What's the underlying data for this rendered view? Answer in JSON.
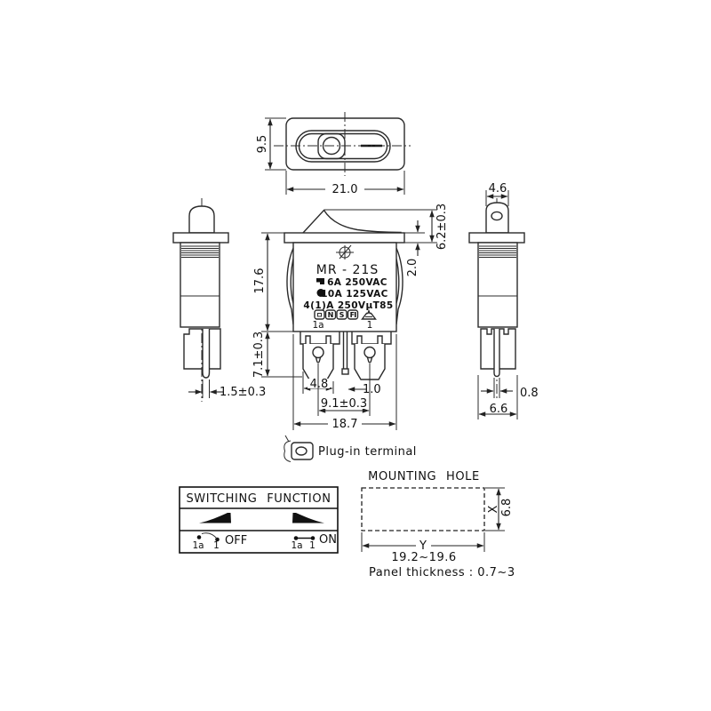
{
  "top_view": {
    "dim_width": "21.0",
    "dim_height": "9.5"
  },
  "front_view": {
    "model": "MR - 21S",
    "ratings": [
      "6A 250VAC",
      "10A 125VAC",
      "4(1)A 250VµT85"
    ],
    "approvals": {
      "mark2": "N",
      "mark3": "S",
      "mark4": "FI"
    },
    "terminal_left": "1a",
    "terminal_right": "1",
    "dim_actuator_height": "6.2±0.3",
    "dim_flange_thickness": "2.0",
    "dim_body_height": "17.6",
    "dim_terminal_length": "7.1±0.3",
    "dim_terminal_width": "4.8",
    "dim_center_rib": "1.0",
    "dim_terminal_pitch": "9.1±0.3",
    "dim_body_width": "18.7"
  },
  "left_view": {
    "dim_pin_width": "1.5±0.3"
  },
  "right_view": {
    "dim_tab_width": "4.6",
    "dim_pin_thickness": "0.8",
    "dim_body_depth": "6.6"
  },
  "plug_in_terminal_label": "Plug-in terminal",
  "switching_function": {
    "title": "SWITCHING FUNCTION",
    "off": {
      "terminal_a": "1a",
      "terminal_b": "1",
      "label": "OFF"
    },
    "on": {
      "terminal_a": "1a",
      "terminal_b": "1",
      "label": "ON"
    }
  },
  "mounting_hole": {
    "title": "MOUNTING HOLE",
    "dim_x_label": "X",
    "dim_height": "6.8",
    "dim_y_label": "Y",
    "dim_width_range": "19.2~19.6",
    "panel_note": "Panel thickness : 0.7~3"
  }
}
